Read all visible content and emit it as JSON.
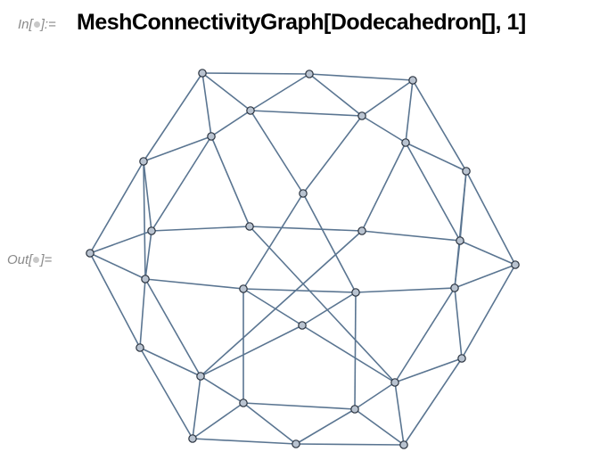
{
  "input": {
    "prompt_prefix": "In[",
    "prompt_suffix": "]:=",
    "code": "MeshConnectivityGraph[Dodecahedron[], 1]"
  },
  "output": {
    "prompt_prefix": "Out[",
    "prompt_suffix": "]="
  },
  "colors": {
    "edge": "#5a7591",
    "vertex_fill": "#b9c3d0",
    "vertex_stroke": "#2b3440",
    "label_gray": "#8a8a8a"
  }
}
